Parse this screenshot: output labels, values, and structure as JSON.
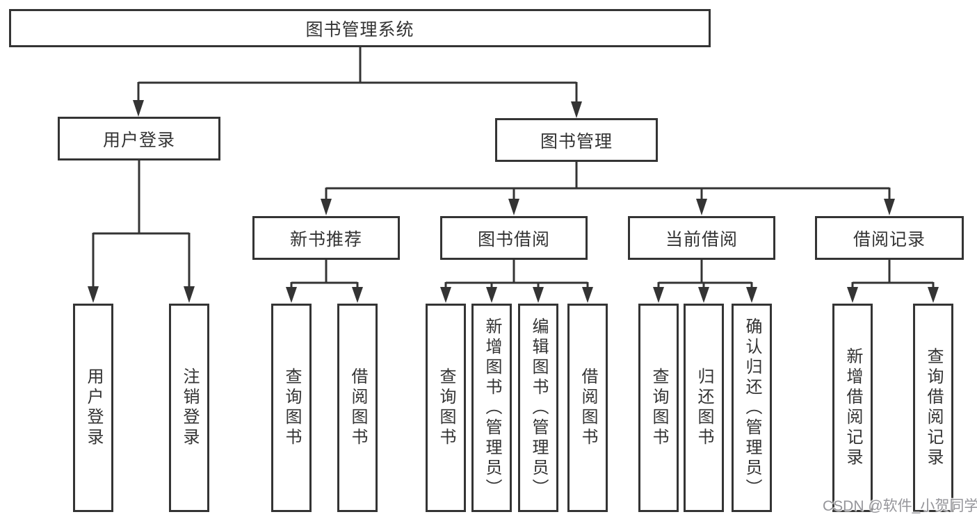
{
  "diagram": {
    "title_note": "functional structure diagram",
    "colors": {
      "line": "#343434",
      "text": "#333333",
      "background": "#ffffff",
      "watermark": "#8a8a8f"
    },
    "root": {
      "label": "图书管理系统"
    },
    "branches": [
      {
        "label": "用户登录",
        "children": [
          {
            "label": "用户登录"
          },
          {
            "label": "注销登录"
          }
        ]
      },
      {
        "label": "图书管理",
        "children": [
          {
            "label": "新书推荐",
            "children": [
              {
                "label": "查询图书"
              },
              {
                "label": "借阅图书"
              }
            ]
          },
          {
            "label": "图书借阅",
            "children": [
              {
                "label": "查询图书"
              },
              {
                "label": "新增图书（管理员）"
              },
              {
                "label": "编辑图书（管理员）"
              },
              {
                "label": "借阅图书"
              }
            ]
          },
          {
            "label": "当前借阅",
            "children": [
              {
                "label": "查询图书"
              },
              {
                "label": "归还图书"
              },
              {
                "label": "确认归还（管理员）"
              }
            ]
          },
          {
            "label": "借阅记录",
            "children": [
              {
                "label": "新增借阅记录"
              },
              {
                "label": "查询借阅记录"
              }
            ]
          }
        ]
      }
    ],
    "watermark": "CSDN @软件_小贺同学"
  }
}
